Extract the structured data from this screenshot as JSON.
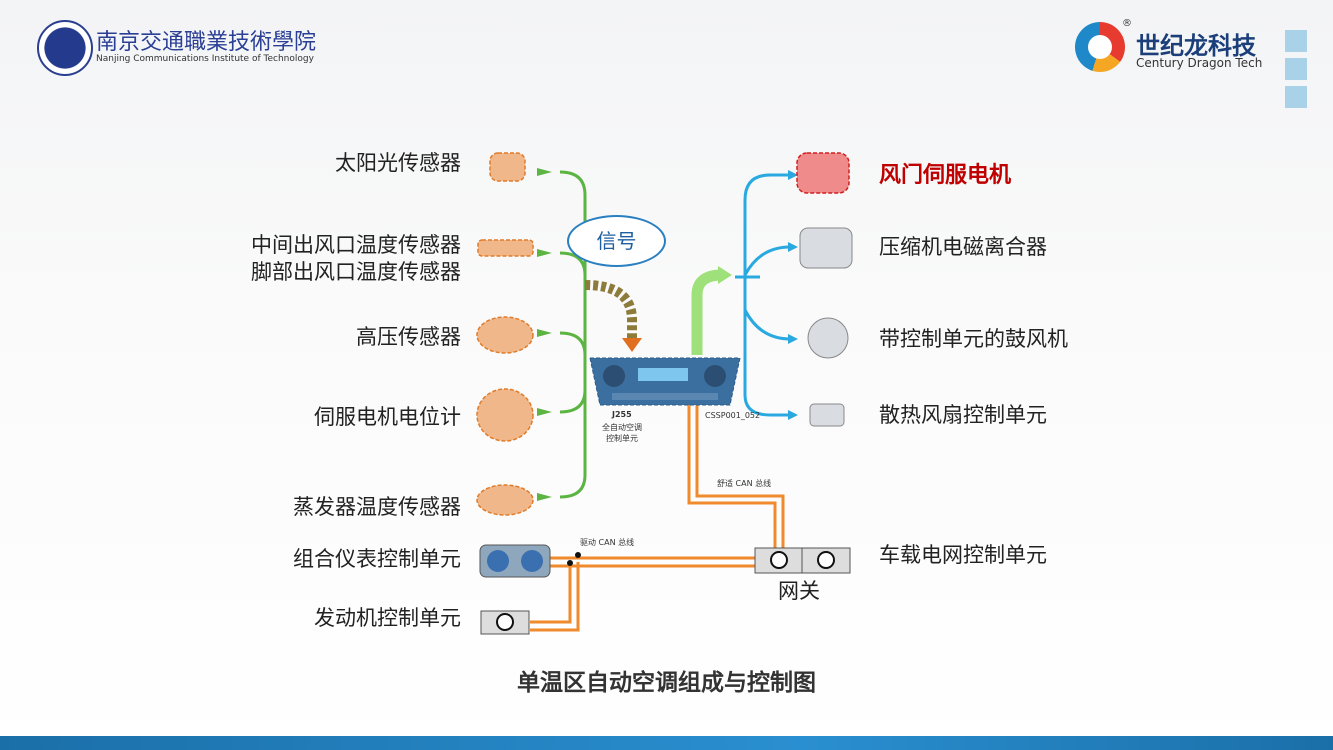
{
  "header": {
    "school_name_cn": "南京交通職業技術學院",
    "school_name_en": "Nanjing Communications Institute of Technology",
    "brand_name_cn": "世纪龙科技",
    "brand_name_en": "Century Dragon Tech",
    "brand_registered": "®"
  },
  "inputs": [
    {
      "label": "太阳光传感器"
    },
    {
      "label": "中间出风口温度传感器"
    },
    {
      "label": "脚部出风口温度传感器"
    },
    {
      "label": "高压传感器"
    },
    {
      "label": "伺服电机电位计"
    },
    {
      "label": "蒸发器温度传感器"
    }
  ],
  "outputs": [
    {
      "label": "风门伺服电机",
      "highlight": true
    },
    {
      "label": "压缩机电磁离合器"
    },
    {
      "label": "带控制单元的鼓风机"
    },
    {
      "label": "散热风扇控制单元"
    }
  ],
  "bus_nodes": {
    "cluster": "组合仪表控制单元",
    "engine": "发动机控制单元",
    "body": "车载电网控制单元",
    "gateway": "网关"
  },
  "controller": {
    "code": "J255",
    "name_line1": "全自动空调",
    "name_line2": "控制单元",
    "figure_id": "CSSP001_052"
  },
  "bus_labels": {
    "comfort": "舒适 CAN 总线",
    "drive": "驱动 CAN 总线"
  },
  "callout": "信号",
  "caption": "单温区自动空调组成与控制图",
  "colors": {
    "input_line": "#5cb443",
    "output_line": "#29a9e0",
    "can_bus": "#f08a2c",
    "highlight_text": "#c00000"
  }
}
